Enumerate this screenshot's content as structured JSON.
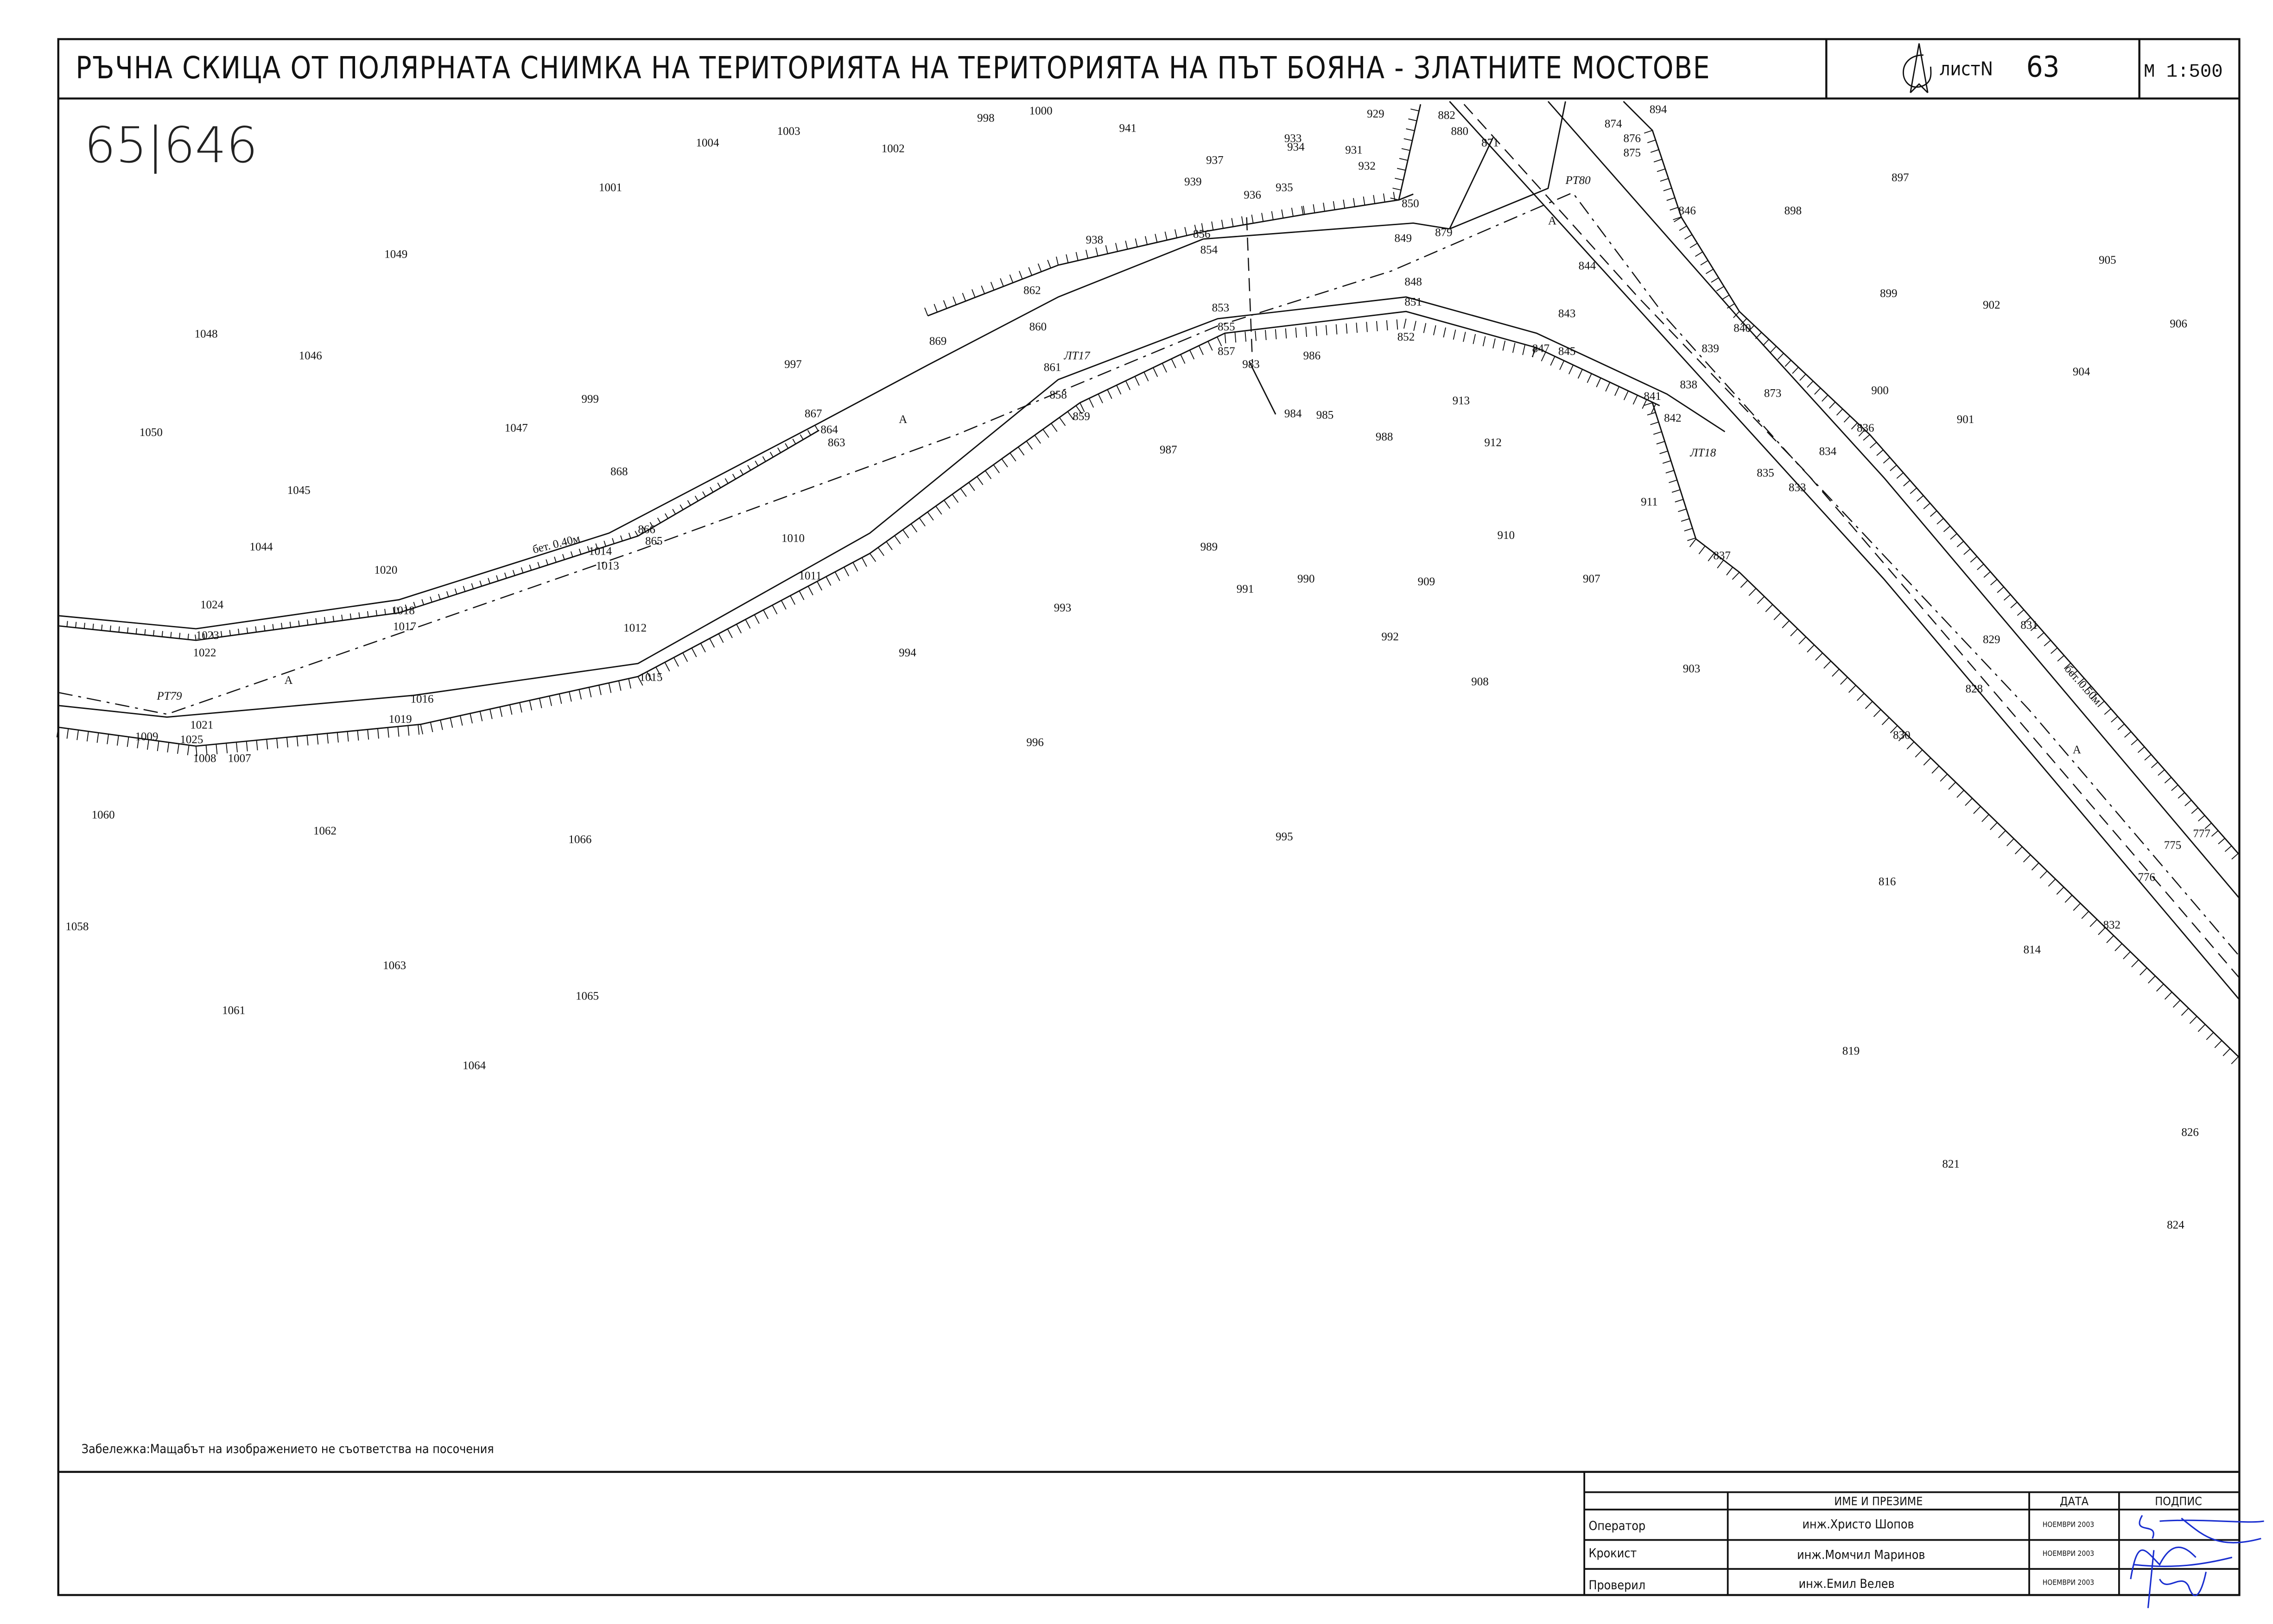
{
  "header": {
    "title": "РЪЧНА СКИЦА ОТ ПОЛЯРНАТА СНИМКА НА ТЕРИТОРИЯТА НА ТЕРИТОРИЯТА НА ПЪТ БОЯНА - ЗЛАТНИТЕ МОСТОВЕ",
    "sheet_label": "листN",
    "sheet_number": "63",
    "scale": "М 1:500"
  },
  "handwritten_number": "65|646",
  "note": "Забележка:Мащабът на изображението не съответства на посочения",
  "map_labels": {
    "road_axis": "A",
    "ditch_left": "бет. 0.40м",
    "ditch_right": "бет. 0.50м"
  },
  "points": [
    "1000",
    "998",
    "941",
    "1003",
    "1004",
    "1002",
    "1001",
    "929",
    "882",
    "880",
    "871",
    "894",
    "874",
    "876",
    "875",
    "933",
    "934",
    "931",
    "932",
    "937",
    "939",
    "936",
    "935",
    "850",
    "846",
    "898",
    "897",
    "PT80",
    "856",
    "854",
    "849",
    "879",
    "938",
    "1049",
    "905",
    "844",
    "862",
    "848",
    "851",
    "899",
    "902",
    "853",
    "843",
    "860",
    "855",
    "906",
    "840",
    "1048",
    "869",
    "852",
    "857",
    "847",
    "845",
    "986",
    "839",
    "ЛТ17",
    "1046",
    "861",
    "983",
    "997",
    "904",
    "838",
    "900",
    "873",
    "841",
    "913",
    "858",
    "999",
    "867",
    "984",
    "985",
    "859",
    "842",
    "901",
    "864",
    "1047",
    "836",
    "1050",
    "988",
    "912",
    "863",
    "834",
    "ЛТ18",
    "987",
    "868",
    "835",
    "833",
    "1045",
    "911",
    "866",
    "865",
    "910",
    "1010",
    "1044",
    "989",
    "1014",
    "837",
    "1013",
    "1020",
    "1011",
    "990",
    "909",
    "907",
    "991",
    "1024",
    "993",
    "1018",
    "1017",
    "1012",
    "831",
    "1023",
    "992",
    "829",
    "1022",
    "994",
    "903",
    "1015",
    "908",
    "828",
    "PT79",
    "1016",
    "1021",
    "1019",
    "1009",
    "1025",
    "830",
    "996",
    "1008",
    "1007",
    "1060",
    "1062",
    "1066",
    "995",
    "775",
    "777",
    "776",
    "816",
    "832",
    "1058",
    "814",
    "1063",
    "1065",
    "1061",
    "819",
    "1064",
    "826",
    "821",
    "824"
  ],
  "signature_table": {
    "headers": [
      "",
      "ИМЕ И ПРЕЗИМЕ",
      "ДАТА",
      "ПОДПИС"
    ],
    "rows": [
      {
        "role": "Оператор",
        "name": "инж.Христо Шопов",
        "date": "НОЕМВРИ 2003"
      },
      {
        "role": "Крокист",
        "name": "инж.Момчил Маринов",
        "date": "НОЕМВРИ 2003"
      },
      {
        "role": "Проверил",
        "name": "инж.Емил Велев",
        "date": "НОЕМВРИ 2003"
      }
    ]
  },
  "colors": {
    "ink": "#111111",
    "signature": "#1a2fd0"
  }
}
